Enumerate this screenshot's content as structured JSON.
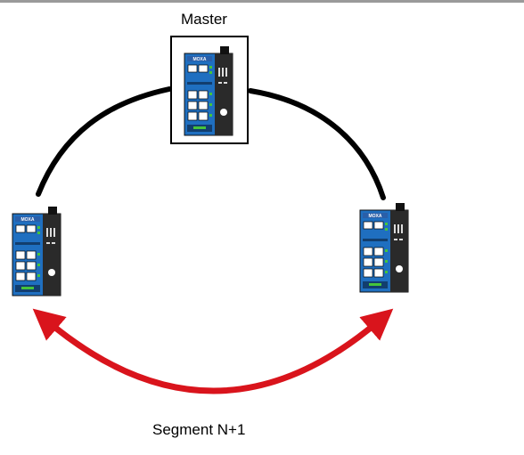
{
  "diagram": {
    "master_label": "Master",
    "segment_label": "Segment N+1",
    "switch_brand": "MOXA",
    "colors": {
      "ring_link": "#000000",
      "segment_arrow": "#d9141c",
      "switch_body": "#1f6fc0",
      "switch_panel": "#2a2a2a",
      "port": "#ffffff",
      "led": "#45c43c"
    },
    "nodes": [
      {
        "name": "Master",
        "role": "master"
      },
      {
        "name": "",
        "role": "member-left"
      },
      {
        "name": "",
        "role": "member-right"
      }
    ]
  }
}
